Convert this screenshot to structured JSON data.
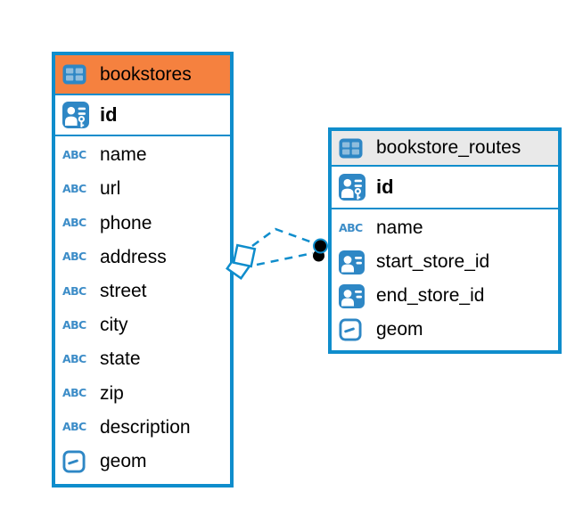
{
  "abc_label": "ABC",
  "tables": [
    {
      "name": "bookstores",
      "header_bg": "#f5813f",
      "icon": "table-icon",
      "columns": [
        {
          "name": "id",
          "kind": "pk",
          "icon": "primary-key-icon"
        },
        {
          "name": "name",
          "kind": "text",
          "icon": "text-type-icon"
        },
        {
          "name": "url",
          "kind": "text",
          "icon": "text-type-icon"
        },
        {
          "name": "phone",
          "kind": "text",
          "icon": "text-type-icon"
        },
        {
          "name": "address",
          "kind": "text",
          "icon": "text-type-icon"
        },
        {
          "name": "street",
          "kind": "text",
          "icon": "text-type-icon"
        },
        {
          "name": "city",
          "kind": "text",
          "icon": "text-type-icon"
        },
        {
          "name": "state",
          "kind": "text",
          "icon": "text-type-icon"
        },
        {
          "name": "zip",
          "kind": "text",
          "icon": "text-type-icon"
        },
        {
          "name": "description",
          "kind": "text",
          "icon": "text-type-icon"
        },
        {
          "name": "geom",
          "kind": "geometry",
          "icon": "geometry-type-icon"
        }
      ]
    },
    {
      "name": "bookstore_routes",
      "header_bg": "#e9e9e9",
      "icon": "table-icon",
      "columns": [
        {
          "name": "id",
          "kind": "pk",
          "icon": "primary-key-icon"
        },
        {
          "name": "name",
          "kind": "text",
          "icon": "text-type-icon"
        },
        {
          "name": "start_store_id",
          "kind": "fk",
          "icon": "person-reference-icon"
        },
        {
          "name": "end_store_id",
          "kind": "fk",
          "icon": "person-reference-icon"
        },
        {
          "name": "geom",
          "kind": "geometry",
          "icon": "geometry-type-icon"
        }
      ]
    }
  ],
  "relationship": {
    "from_table": "bookstores",
    "to_table": "bookstore_routes",
    "line_style": "dashed",
    "line_count": 2,
    "source_marker": "overlapping-squares",
    "target_marker": "filled-dots"
  },
  "colors": {
    "table_border": "#0f8dcc",
    "bookstores_header": "#f5813f",
    "routes_header": "#e9e9e9",
    "icon_blue": "#2e87c5",
    "icon_cell_blue": "#8fbddd",
    "type_label_blue": "#3d8dc8",
    "connector": "#0f8dcc",
    "marker_dot": "#000000",
    "text": "#000000"
  }
}
